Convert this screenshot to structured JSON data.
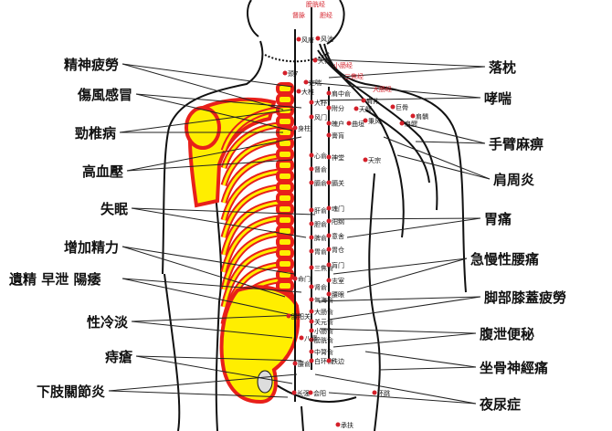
{
  "left_conditions": [
    "精神疲勞",
    "傷風感冒",
    "勁椎病",
    "高血壓",
    "失眠",
    "增加精力",
    "遺精 早泄 陽痿",
    "性冷淡",
    "痔瘡",
    "下肢關節炎"
  ],
  "right_conditions": [
    "落枕",
    "哮喘",
    "手臂麻痹",
    "肩周炎",
    "胃痛",
    "急慢性腰痛",
    "脚部膝蓋疲勞",
    "腹泄便秘",
    "坐骨神經痛",
    "夜尿症"
  ],
  "meridians": [
    "膀胱经",
    "督脉",
    "胆经",
    "小肠经",
    "三焦经",
    "大肠经"
  ],
  "points": [
    "风府",
    "风池",
    "天柱",
    "颈7",
    "定喘",
    "大椎",
    "肩中俞",
    "肩井",
    "巨骨",
    "大杼",
    "附分",
    "天髎",
    "肩髃",
    "风门",
    "魄户",
    "秉风",
    "曲垣",
    "肩髎",
    "身柱",
    "膏肓",
    "天宗",
    "神堂",
    "心俞",
    "督俞",
    "膈俞",
    "膈关",
    "肝俞",
    "魂门",
    "胆俞",
    "阳纲",
    "脾俞",
    "意舍",
    "胃俞",
    "胃仓",
    "三焦俞",
    "肓门",
    "命门",
    "志室",
    "肾俞",
    "腰眼",
    "气海俞",
    "大肠俞",
    "腰阳关",
    "关元俞",
    "小肠俞",
    "膀胱俞",
    "八髎",
    "中膂俞",
    "白环俞",
    "秩边",
    "腰俞",
    "长强",
    "会阳",
    "环跳",
    "承扶"
  ],
  "colors": {
    "point": "#d4202a",
    "bone_fill": "#ffee00",
    "bone_outline": "#e8201a",
    "meridian_label": "#d4202a"
  }
}
